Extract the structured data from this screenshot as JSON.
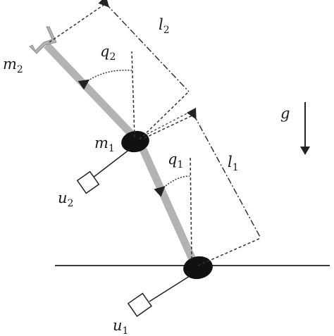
{
  "labels": {
    "m2": {
      "base": "m",
      "sub": "2"
    },
    "m1": {
      "base": "m",
      "sub": "1"
    },
    "l2": {
      "base": "l",
      "sub": "2"
    },
    "l1": {
      "base": "l",
      "sub": "1"
    },
    "q2": {
      "base": "q",
      "sub": "2"
    },
    "q1": {
      "base": "q",
      "sub": "1"
    },
    "u2": {
      "base": "u",
      "sub": "2"
    },
    "u1": {
      "base": "u",
      "sub": "1"
    },
    "g": "g"
  },
  "colors": {
    "link": "#b3b3b3",
    "joint": "#111111",
    "line": "#222222",
    "ground": "#3a3a3a"
  }
}
